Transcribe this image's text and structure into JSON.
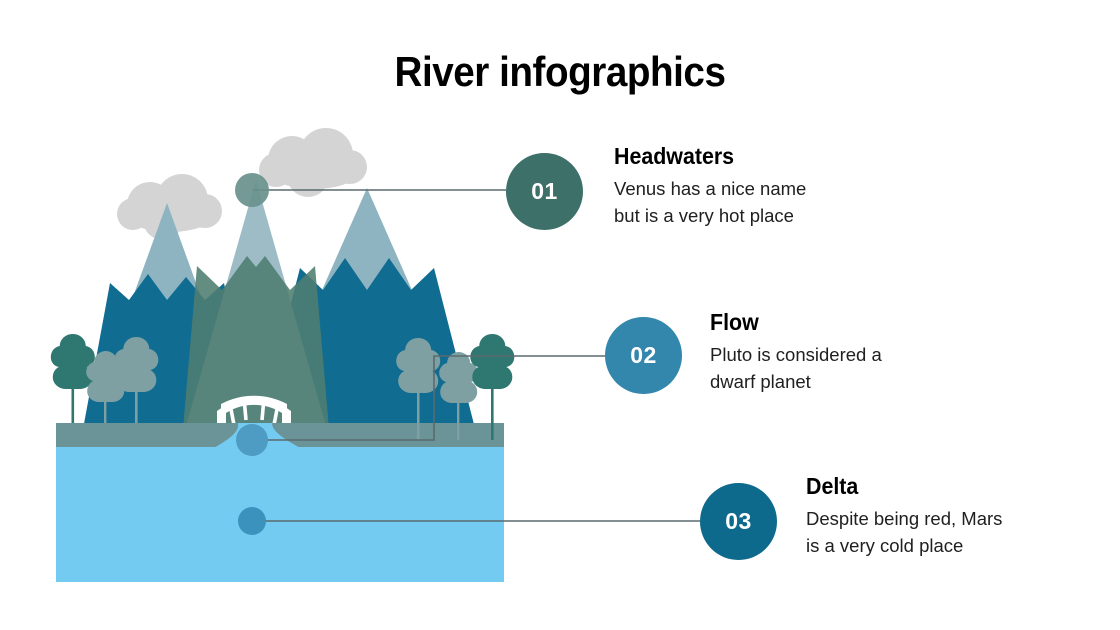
{
  "slide": {
    "title": "River infographics",
    "background": "#ffffff"
  },
  "items": [
    {
      "number": "01",
      "heading": "Headwaters",
      "body": "Venus has a nice name\nbut is a very hot place",
      "color": "#3d7068",
      "marker_color": "#69918c"
    },
    {
      "number": "02",
      "heading": "Flow",
      "body": "Pluto is considered a\ndwarf planet",
      "color": "#3387ad",
      "marker_color": "#4e9cc4"
    },
    {
      "number": "03",
      "heading": "Delta",
      "body": "Despite being red, Mars\nis a very cold place",
      "color": "#0d6a8c",
      "marker_color": "#3a92bd"
    }
  ],
  "illustration": {
    "name": "river-landscape",
    "colors": {
      "water": "#74cbf2",
      "land": "#6b9498",
      "mountain_base_blue": "#106c91",
      "mountain_snow": "#8fb4c1",
      "mountain_center_green": "#4f7d71",
      "mountain_center_snow": "#9dbcc6",
      "cloud": "#d4d4d4",
      "tree_dark": "#2f7771",
      "tree_light": "#7fa0a3",
      "bridge": "#ffffff",
      "connector_line": "#5a6a6e"
    },
    "elements": [
      "cloud-left",
      "cloud-right",
      "mountain-left",
      "mountain-right",
      "mountain-center",
      "tree-group-left",
      "tree-group-right",
      "bridge",
      "land-strip",
      "river-water"
    ]
  }
}
